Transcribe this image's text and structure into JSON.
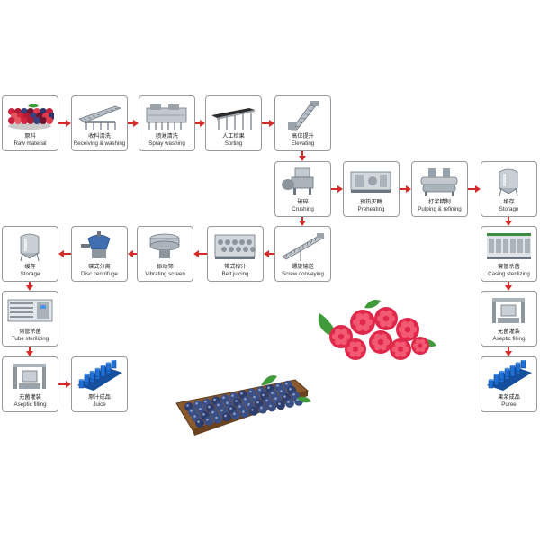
{
  "steps": [
    {
      "cn": "原料",
      "en": "Raw material",
      "icon": "berries-icon"
    },
    {
      "cn": "收料清洗",
      "en": "Receiving & washing",
      "icon": "washer-icon"
    },
    {
      "cn": "喷淋清洗",
      "en": "Spray washing",
      "icon": "spray-washer-icon"
    },
    {
      "cn": "人工检果",
      "en": "Sorting",
      "icon": "sorting-table-icon"
    },
    {
      "cn": "高位提升",
      "en": "Elevating",
      "icon": "elevator-icon"
    },
    {
      "cn": "破碎",
      "en": "Crushing",
      "icon": "crusher-icon"
    },
    {
      "cn": "预热灭酶",
      "en": "Preheating",
      "icon": "preheater-icon"
    },
    {
      "cn": "打浆精制",
      "en": "Pulping & refining",
      "icon": "pulper-icon"
    },
    {
      "cn": "缓存",
      "en": "Storage",
      "icon": "tank-icon"
    },
    {
      "cn": "套管杀菌",
      "en": "Casing sterilizing",
      "icon": "casing-sterilizer-icon"
    },
    {
      "cn": "无菌灌装",
      "en": "Aseptic filling",
      "icon": "aseptic-filler-icon"
    },
    {
      "cn": "果浆成品",
      "en": "Puree",
      "icon": "drums-icon"
    },
    {
      "cn": "螺旋输送",
      "en": "Screw conveying",
      "icon": "screw-conveyor-icon"
    },
    {
      "cn": "带式榨汁",
      "en": "Belt juicing",
      "icon": "belt-press-icon"
    },
    {
      "cn": "振动筛",
      "en": "Vibrating screen",
      "icon": "vibrating-screen-icon"
    },
    {
      "cn": "碟式分离",
      "en": "Disc centrifuge",
      "icon": "centrifuge-icon"
    },
    {
      "cn": "缓存",
      "en": "Storage",
      "icon": "tank-icon"
    },
    {
      "cn": "列管杀菌",
      "en": "Tube sterilizing",
      "icon": "tube-sterilizer-icon"
    },
    {
      "cn": "无菌灌装",
      "en": "Aseptic filling",
      "icon": "aseptic-filler-icon"
    },
    {
      "cn": "原汁成品",
      "en": "Juice",
      "icon": "drums-icon"
    }
  ],
  "colors": {
    "arrow": "#d42a2a",
    "border": "#9a9a9a",
    "steel": "#b9c0c8",
    "drum_blue": "#1e6fd6",
    "raspberry": "#e0284a",
    "blueberry": "#3a4f86",
    "leaf": "#3f9b3a",
    "wood": "#8a5a2c"
  }
}
